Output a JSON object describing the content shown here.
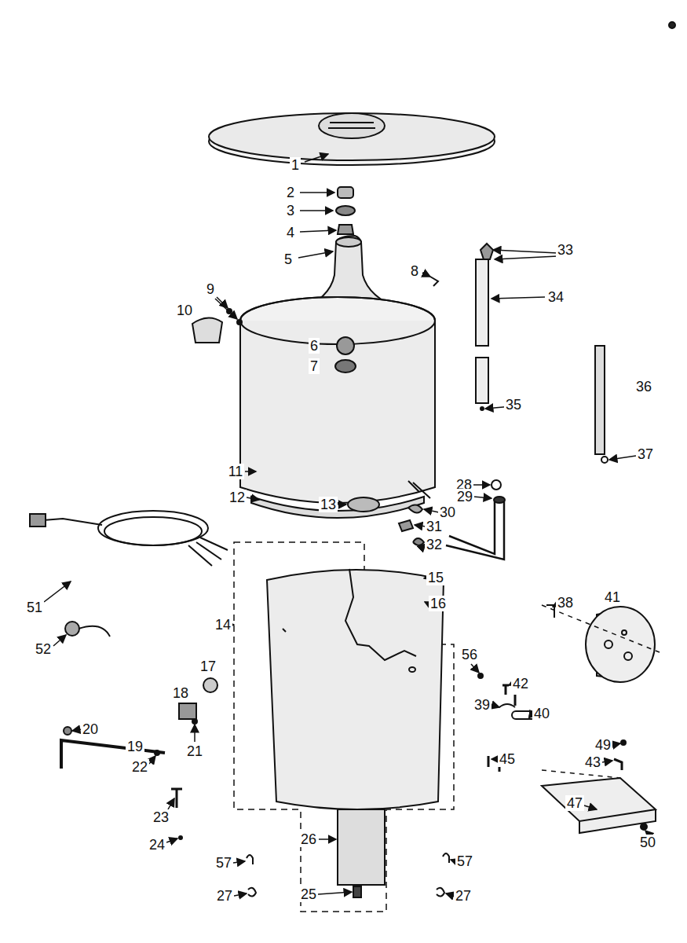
{
  "diagram": {
    "labels": [
      "1",
      "2",
      "3",
      "4",
      "33",
      "5",
      "8",
      "9",
      "34",
      "10",
      "6",
      "7",
      "36",
      "35",
      "37",
      "11",
      "28",
      "29",
      "12",
      "13",
      "30",
      "31",
      "32",
      "15",
      "41",
      "38",
      "16",
      "51",
      "14",
      "52",
      "56",
      "17",
      "42",
      "18",
      "39",
      "40",
      "20",
      "49",
      "21",
      "19",
      "22",
      "45",
      "43",
      "47",
      "23",
      "26",
      "24",
      "50",
      "57",
      "57",
      "25",
      "27",
      "27"
    ]
  }
}
